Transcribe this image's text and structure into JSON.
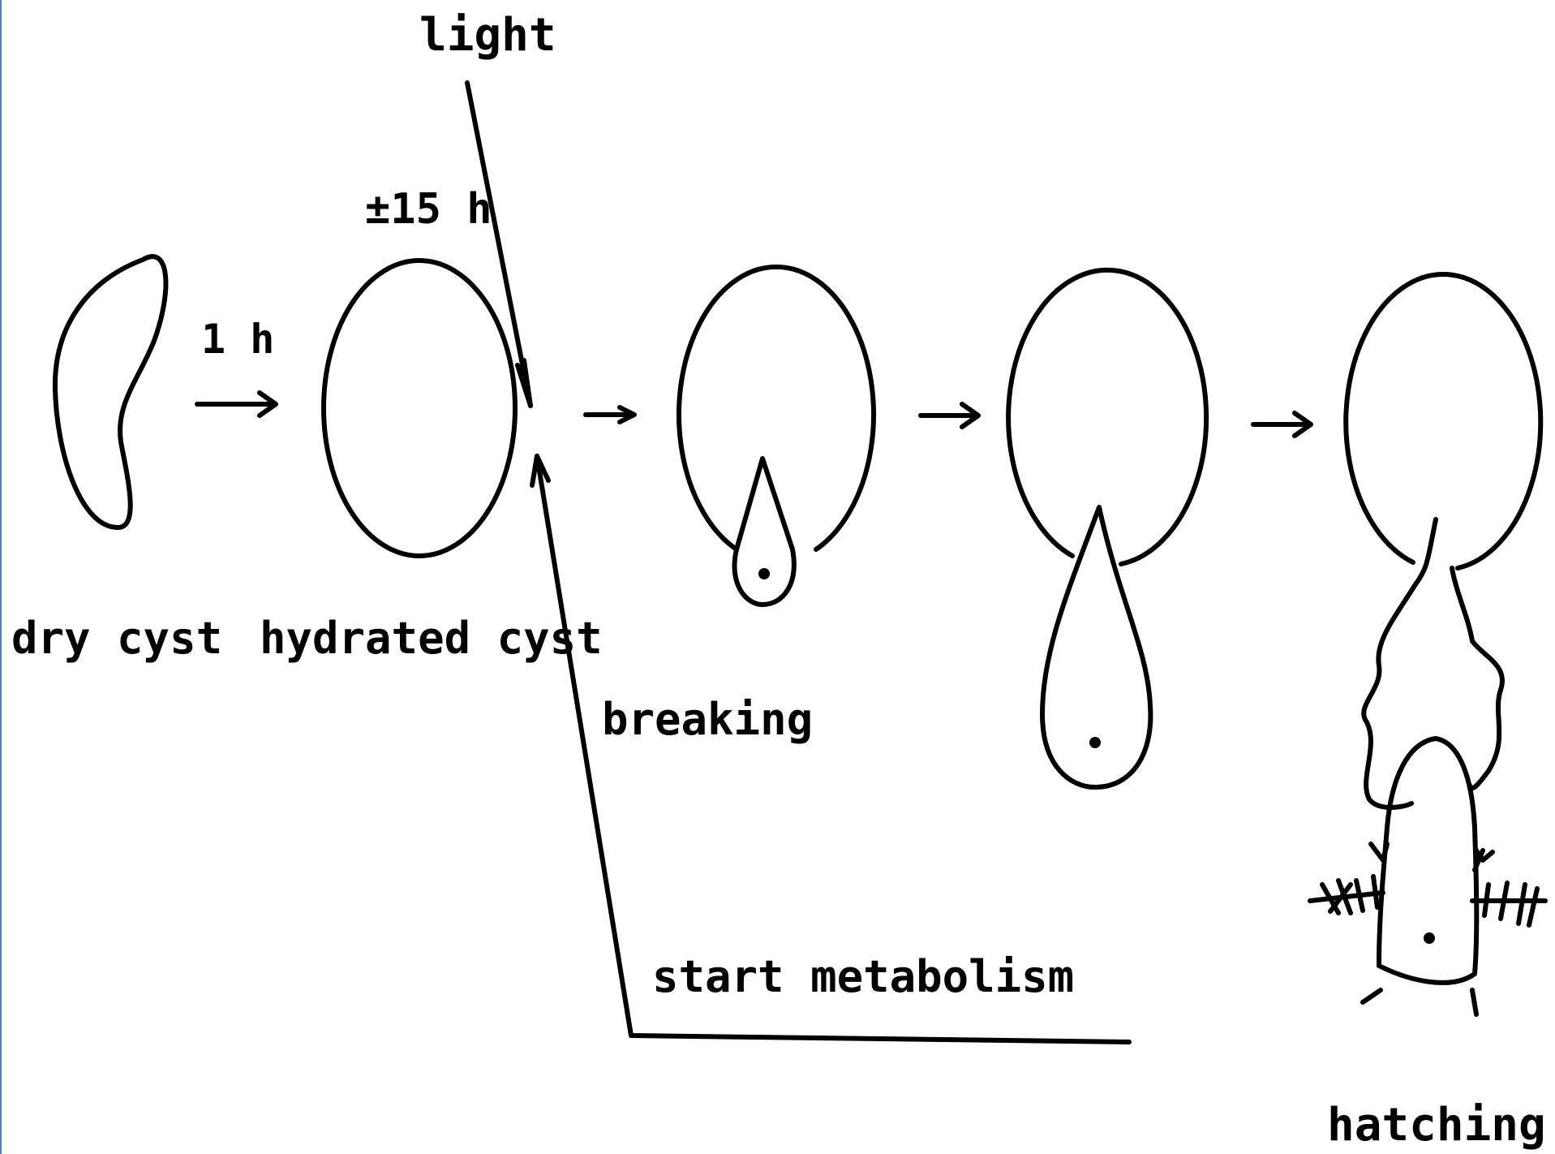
{
  "labels": {
    "light": "light",
    "time_15h": "±15 h",
    "time_1h": "1 h",
    "dry_cyst": "dry cyst",
    "hydrated_cyst": "hydrated cyst",
    "breaking": "breaking",
    "start_metabolism": "start metabolism",
    "hatching": "hatching"
  },
  "colors": {
    "ink": "#000000",
    "background": "#ffffff",
    "left_edge": "#4a7fd0"
  }
}
